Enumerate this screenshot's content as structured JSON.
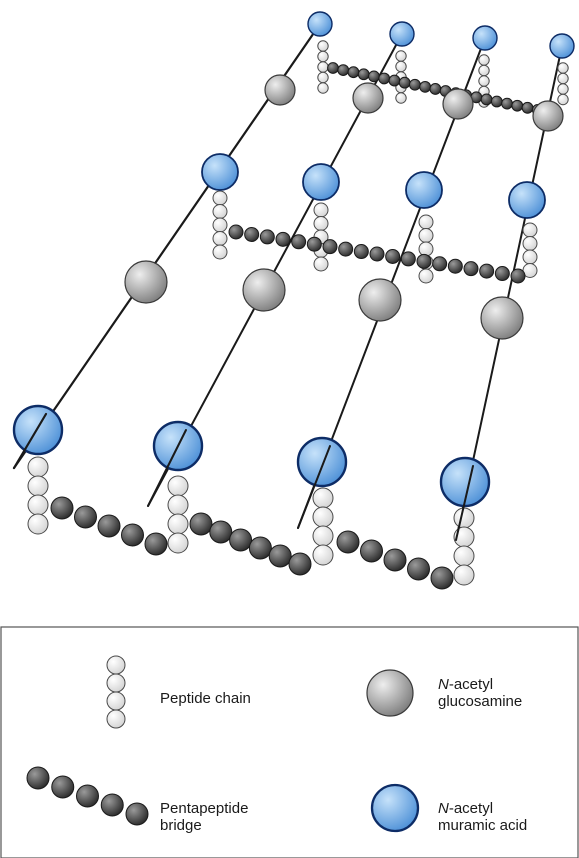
{
  "colors": {
    "nam_fill_light": "#c6e2fa",
    "nam_fill_dark": "#4a8ed6",
    "nam_stroke": "#0d2c66",
    "nag_fill_light": "#eeeeee",
    "nag_fill_dark": "#7a7a7a",
    "nag_stroke": "#3a3a3a",
    "peptide_fill_light": "#ffffff",
    "peptide_fill_dark": "#cfcfcf",
    "peptide_stroke": "#4a4a4a",
    "bridge_fill_light": "#9a9a9a",
    "bridge_fill_dark": "#1e1e1e",
    "bridge_stroke": "#1a1a1a",
    "glycan_line": "#1a1a1a",
    "legend_border": "#555555"
  },
  "legend": {
    "peptide_chain": "Peptide chain",
    "pentapeptide_bridge": [
      "Pentapeptide",
      "bridge"
    ],
    "nag": {
      "prefix": "N",
      "rest": "-acetyl",
      "line2": "glucosamine"
    },
    "nam": {
      "prefix": "N",
      "rest": "-acetyl",
      "line2": "muramic acid"
    }
  }
}
